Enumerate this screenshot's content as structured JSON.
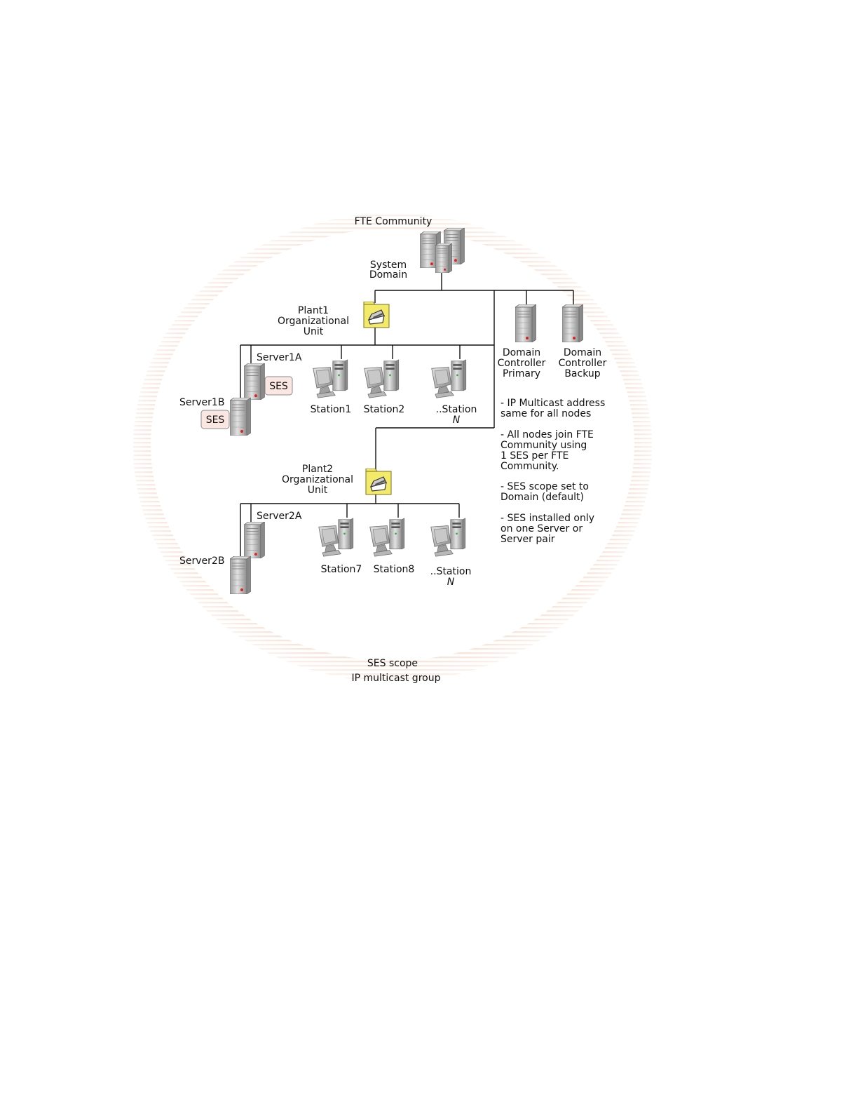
{
  "labels": {
    "community": "FTE Community",
    "system_domain": [
      "System",
      "Domain"
    ],
    "plant1": [
      "Plant1",
      "Organizational",
      "Unit"
    ],
    "plant2": [
      "Plant2",
      "Organizational",
      "Unit"
    ],
    "server1a": "Server1A",
    "server1b": "Server1B",
    "server2a": "Server2A",
    "server2b": "Server2B",
    "ses_badge": "SES",
    "station1": "Station1",
    "station2": "Station2",
    "station7": "Station7",
    "station8": "Station8",
    "station_n_prefix": "..Station",
    "station_n_suffix": "N",
    "dc_primary": [
      "Domain",
      "Controller",
      "Primary"
    ],
    "dc_backup": [
      "Domain",
      "Controller",
      "Backup"
    ],
    "scope": "SES scope",
    "multicast_group": "IP multicast group"
  },
  "notes": [
    [
      "- IP Multicast address",
      "same for all nodes"
    ],
    [
      "- All nodes join FTE",
      "Community using",
      "1 SES per FTE",
      "Community."
    ],
    [
      "- SES scope set to",
      "Domain (default)"
    ],
    [
      "- SES installed only",
      "on one Server or",
      "Server pair"
    ]
  ],
  "colors": {
    "scope_ring": "#f6dccd",
    "folder": "#f3ea6a",
    "ses_badge_fill": "#fbe7e2",
    "server_body": "#c9c9c9",
    "power_led": "#e02020",
    "station_led": "#2fb04a"
  },
  "icons": {
    "server": "server-tower-icon",
    "cluster": "server-cluster-icon",
    "folder": "org-unit-folder-icon",
    "workstation": "workstation-icon"
  }
}
